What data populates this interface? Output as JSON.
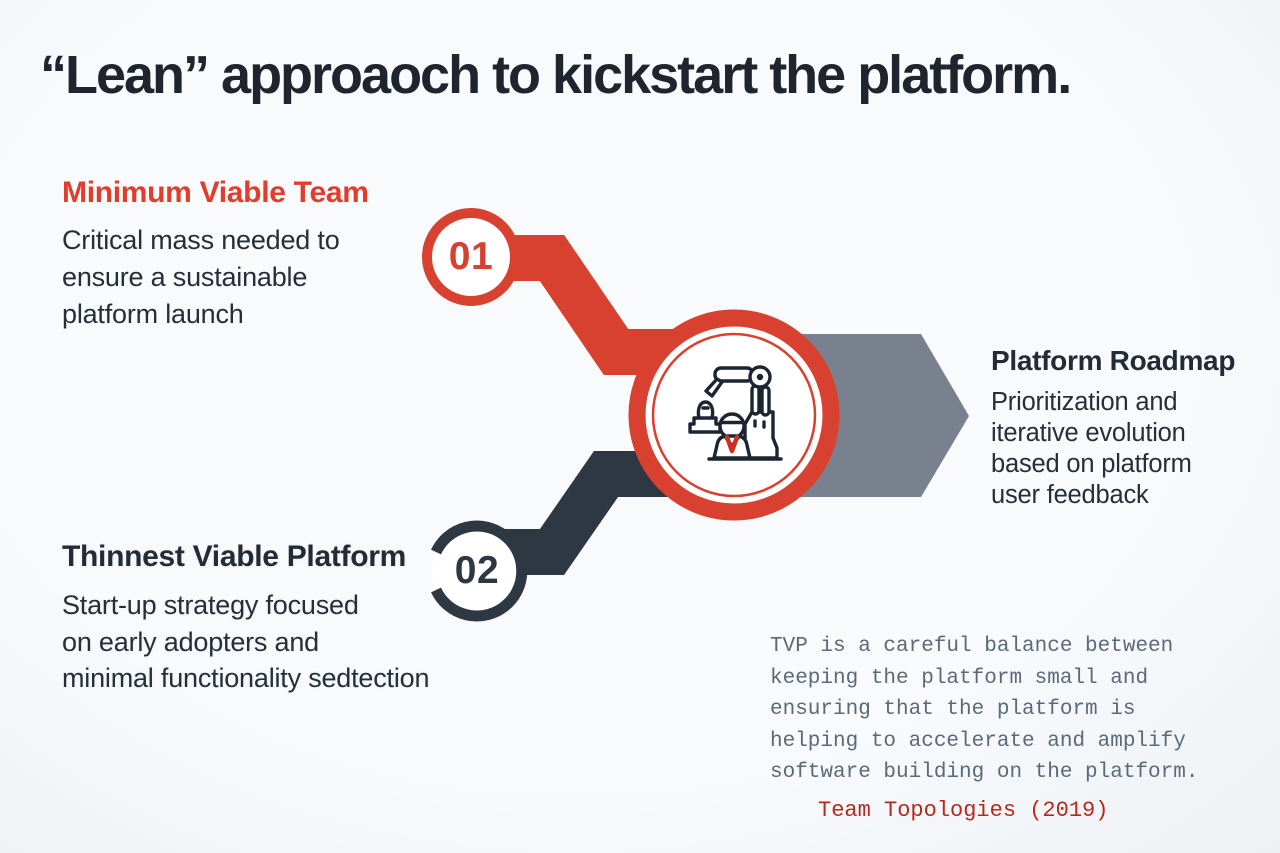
{
  "title": "“Lean” approaoch to kickstart the platform.",
  "steps": {
    "minimum_viable_team": {
      "number": "01",
      "heading": "Minimum Viable Team",
      "lines": [
        "Critical mass needed to",
        "ensure a sustainable",
        "platform launch"
      ]
    },
    "thinnest_viable_platform": {
      "number": "02",
      "heading": "Thinnest Viable Platform",
      "lines": [
        "Start-up strategy focused",
        "on early adopters and",
        "minimal functionality sedtection"
      ]
    },
    "platform_roadmap": {
      "heading": "Platform Roadmap",
      "lines": [
        "Prioritization and",
        "iterative evolution",
        "based on platform",
        "user feedback"
      ]
    }
  },
  "center_icon": "robot-arm-operator-icon",
  "quote": {
    "lines": [
      "TVP is a careful balance between",
      "keeping the platform small and",
      "ensuring that the platform is",
      "helping to accelerate and amplify",
      "software building on the platform."
    ],
    "attribution": "Team Topologies (2019)"
  },
  "colors": {
    "background": "#f5f7f9",
    "title_text": "#1f252e",
    "body_text": "#252f3a",
    "accent_red": "#d8402f",
    "heading_red": "#e23c2c",
    "dark_navy": "#2d3843",
    "arrow_gray": "#79818f",
    "quote_gray": "#5b6a78",
    "quote_red": "#b7281e"
  }
}
